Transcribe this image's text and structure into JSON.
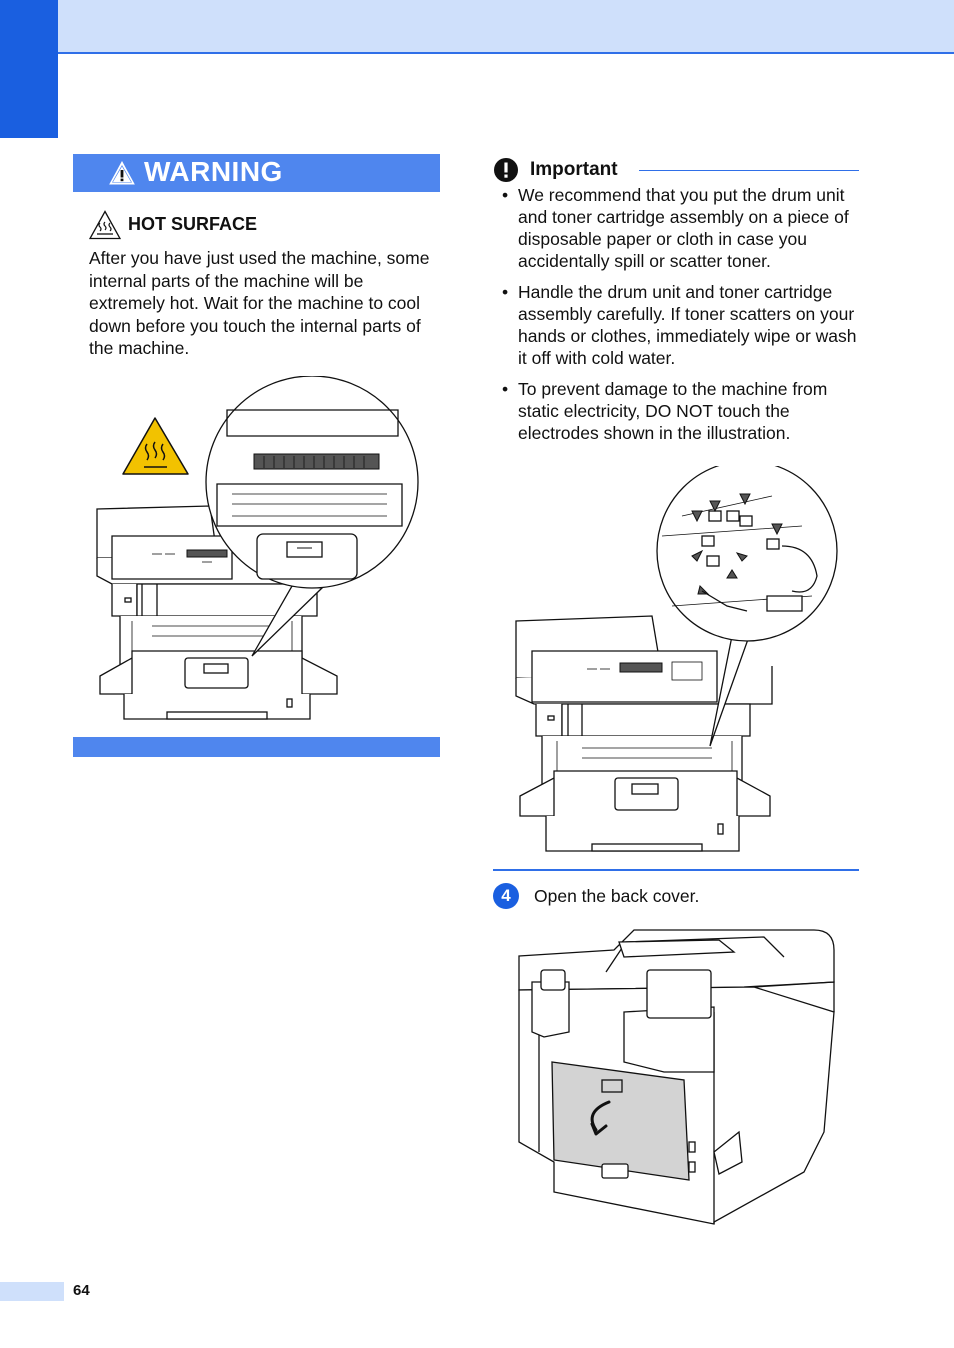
{
  "warning": {
    "title": "WARNING",
    "sub_heading": "HOT SURFACE",
    "body": "After you have just used the machine, some internal parts of the machine will be extremely hot. Wait for the machine to cool down before you touch the internal parts of the machine."
  },
  "important": {
    "title": "Important",
    "bullet_char": "•",
    "items": [
      "We recommend that you put the drum unit and toner cartridge assembly on a piece of disposable paper or cloth in case you accidentally spill or scatter toner.",
      "Handle the drum unit and toner cartridge assembly carefully. If toner scatters on your hands or clothes, immediately wipe or wash it off with cold water.",
      "To prevent damage to the machine from static electricity, DO NOT touch the electrodes shown in the illustration."
    ]
  },
  "step": {
    "number": "4",
    "text": "Open the back cover."
  },
  "page_number": "64",
  "colors": {
    "accent": "#1a5fe0",
    "accent_light": "#cfe0fb",
    "banner": "#4f86ee",
    "hot_label": "#f2c200"
  },
  "icons": [
    "warning-triangle-icon",
    "hot-surface-icon",
    "important-exclamation-icon"
  ]
}
